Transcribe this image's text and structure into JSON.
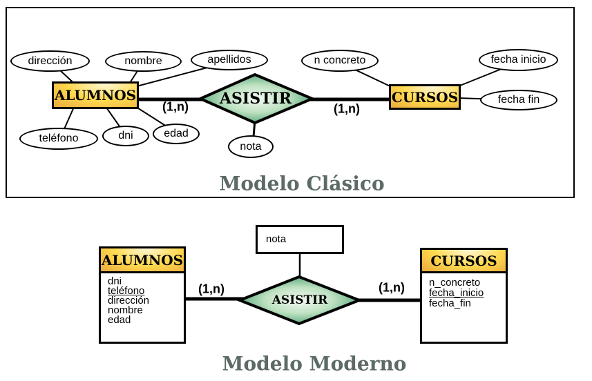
{
  "classic_model": {
    "title": "Modelo Clásico",
    "alumnos_entity": "ALUMNOS",
    "cursos_entity": "CURSOS",
    "relation_name": "ASISTIR",
    "left_cardinality": "(1,n)",
    "right_cardinality": "(1,n)",
    "alumnos_attributes": [
      "dirección",
      "nombre",
      "apellidos",
      "teléfono",
      "dni",
      "edad"
    ],
    "relation_attribute": "nota",
    "cursos_attributes": [
      "n concreto",
      "fecha inicio",
      "fecha fin"
    ]
  },
  "modern_model": {
    "title": "Modelo Moderno",
    "alumnos_entity": "ALUMNOS",
    "cursos_entity": "CURSOS",
    "relation_name": "ASISTIR",
    "left_cardinality": "(1,n)",
    "right_cardinality": "(1,n)",
    "relation_attribute": "nota",
    "alumnos_fields": [
      "dni",
      "teléfono",
      "dirección",
      "nombre",
      "edad"
    ],
    "alumnos_key_field": "teléfono",
    "cursos_fields": [
      "n_concreto",
      "fecha_inicio",
      "fecha_fin"
    ],
    "cursos_key_field": "fecha_inicio"
  },
  "colors": {
    "entity_gold_light": "#FFF8D6",
    "entity_gold_mid": "#FFD94F",
    "entity_gold_dark": "#E9A93C",
    "relation_green_light": "#F4FAF3",
    "relation_green_dark": "#2F9160",
    "title_gray": "#5D6B66",
    "outline_black": "#000000"
  }
}
